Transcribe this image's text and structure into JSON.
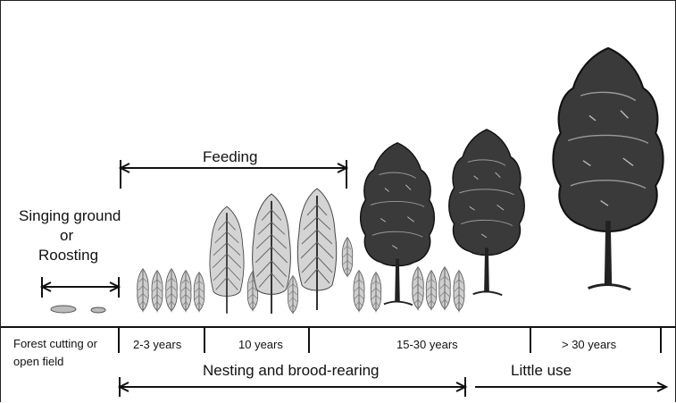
{
  "diagram": {
    "activities": {
      "singing": [
        "Singing ground",
        "or",
        "Roosting"
      ],
      "feeding": "Feeding",
      "nesting": "Nesting and brood-rearing",
      "little_use": "Little use"
    },
    "stages": {
      "forest_cutting": [
        "Forest cutting or",
        "open field"
      ],
      "s1": "2-3 years",
      "s2": "10 years",
      "s3": "15-30 years",
      "s4": "> 30 years"
    }
  }
}
